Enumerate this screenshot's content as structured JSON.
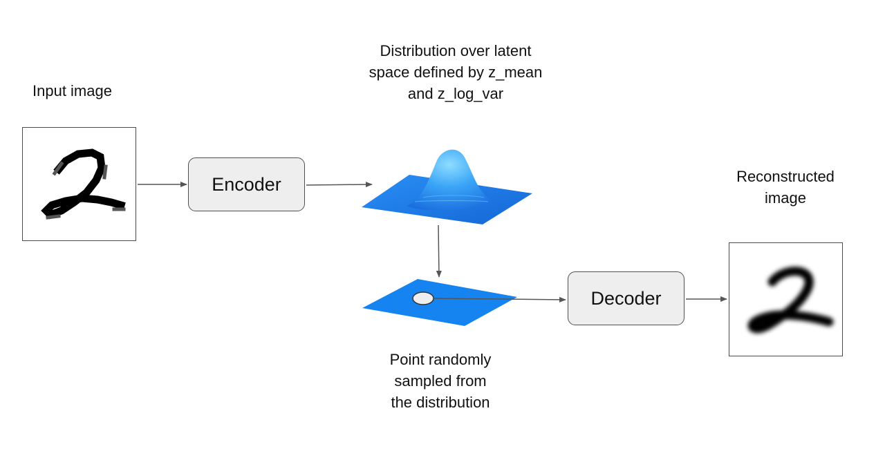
{
  "labels": {
    "input": "Input image",
    "distribution": [
      "Distribution over latent",
      "space defined by z_mean",
      "and z_log_var"
    ],
    "reconstructed": [
      "Reconstructed",
      "image"
    ],
    "sampled_point": [
      "Point randomly",
      "sampled from",
      "the distribution"
    ]
  },
  "blocks": {
    "encoder": "Encoder",
    "decoder": "Decoder"
  },
  "icons": {
    "input_image": "handwritten-digit-2-pixelated",
    "latent_surface": "gaussian-3d-surface",
    "latent_plane": "latent-plane",
    "sampled_point": "ellipse-point",
    "reconstructed_image": "handwritten-digit-2-blurred"
  },
  "colors": {
    "surface": "#1f7fe8",
    "plane": "#1684f0",
    "block_fill": "#eeeeee",
    "arrow": "#555555"
  }
}
